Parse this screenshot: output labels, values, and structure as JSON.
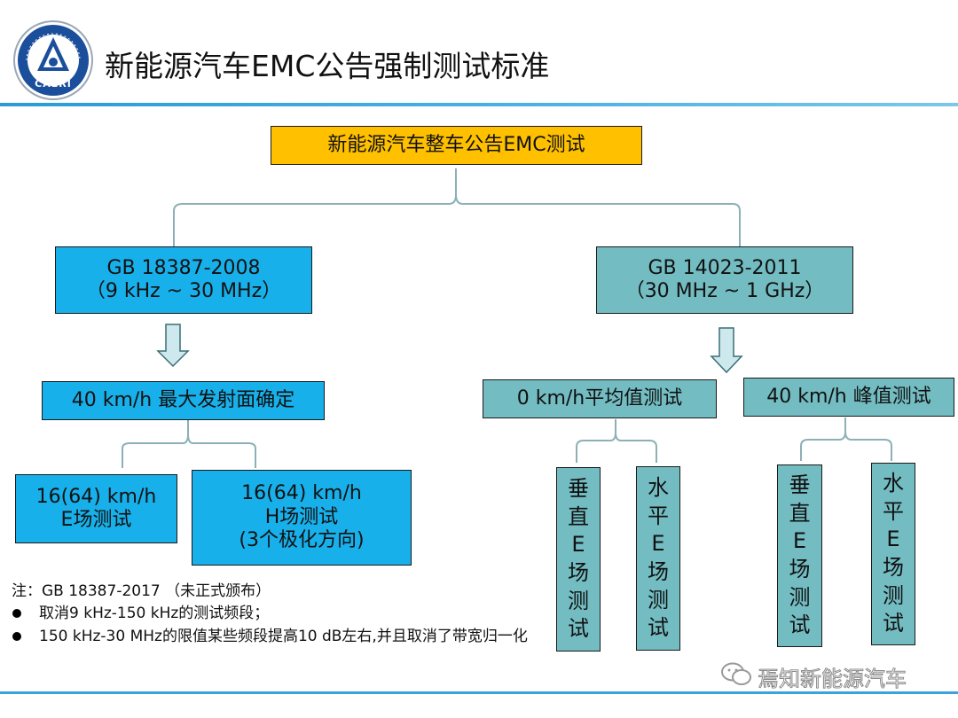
{
  "header": {
    "title": "新能源汽车EMC公告强制测试标准",
    "logo_text": "CAERI",
    "logo_ring_text": "中国汽车工程研究院"
  },
  "colors": {
    "blue_box": "#18b0ea",
    "teal_box": "#73bcc2",
    "orange_box": "#ffc000",
    "header_rule": "#2a9bd7"
  },
  "diagram": {
    "root": "新能源汽车整车公告EMC测试",
    "left": {
      "standard_line1": "GB 18387-2008",
      "standard_line2": "（9 kHz ~ 30 MHz）",
      "condition": "40 km/h 最大发射面确定",
      "e_test": {
        "line1": "16(64) km/h",
        "line2": "E场测试"
      },
      "h_test": {
        "line1": "16(64) km/h",
        "line2": "H场测试",
        "line3": "(3个极化方向)"
      }
    },
    "right": {
      "standard_line1": "GB 14023-2011",
      "standard_line2": "（30 MHz ~  1 GHz）",
      "avg": {
        "label": "0 km/h平均值测试",
        "vertical": [
          "垂",
          "直",
          "E",
          "场",
          "测",
          "试"
        ],
        "horizontal": [
          "水",
          "平",
          "E",
          "场",
          "测",
          "试"
        ]
      },
      "peak": {
        "label": "40 km/h 峰值测试",
        "vertical": [
          "垂",
          "直",
          "E",
          "场",
          "测",
          "试"
        ],
        "horizontal": [
          "水",
          "平",
          "E",
          "场",
          "测",
          "试"
        ]
      }
    }
  },
  "notes": {
    "heading": "注：GB 18387-2017 （未正式颁布）",
    "bullets": [
      "取消9 kHz-150 kHz的测试频段；",
      "150 kHz-30 MHz的限值某些频段提高10 dB左右,并且取消了带宽归一化"
    ]
  },
  "watermark": "焉知新能源汽车"
}
